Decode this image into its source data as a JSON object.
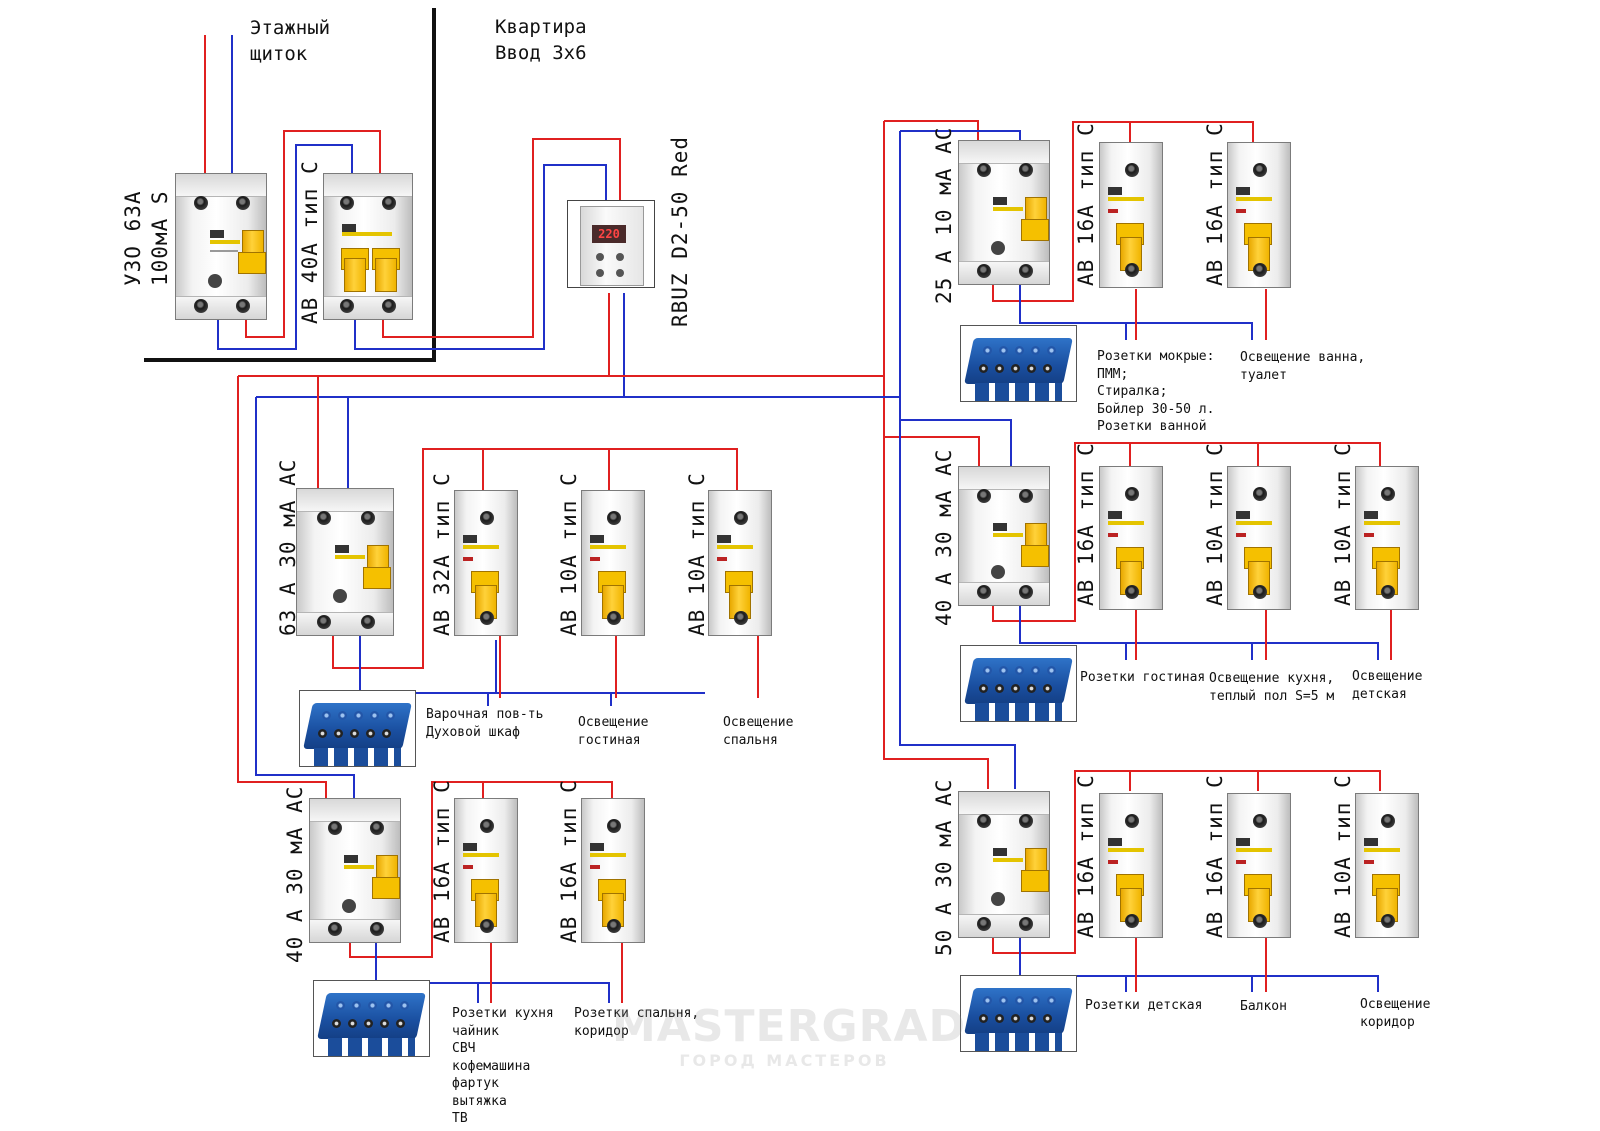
{
  "headers": {
    "floor_panel": "Этажный\nщиток",
    "apartment": "Квартира\nВвод 3х6"
  },
  "devices": {
    "uzo_main": "УЗО 63А\n100мА S",
    "av_main": "АВ 40А тип С",
    "rbuz": "RBUZ D2-50 Red",
    "rbuz_display": "220",
    "rcd_kitchen": "63 А 30 мА АС",
    "av_hob": "АВ 32А тип С",
    "av_light_living": "АВ 10А тип С",
    "av_light_bedroom": "АВ 10А тип С",
    "rcd_sockets_kitchen": "40 А 30 мА АС",
    "av_kitchen_sockets": "АВ 16А тип С",
    "av_bedroom_sockets": "АВ 16А тип С",
    "rcd_bath": "25 А 10 мА АС",
    "av_wet_sockets": "АВ 16А тип С",
    "av_bath_light": "АВ 16А тип С",
    "rcd_living": "40 А 30 мА АС",
    "av_living_sockets": "АВ 16А тип С",
    "av_kitchen_light": "АВ 10А тип С",
    "av_kids_light": "АВ 10А тип С",
    "rcd_kids": "50 А 30 мА АС",
    "av_kids_sockets": "АВ 16А тип С",
    "av_balcony": "АВ 16А тип С",
    "av_corridor_light": "АВ 10А тип С"
  },
  "circuits": {
    "hob": "Варочная пов-ть\nДуховой шкаф",
    "light_living": "Освещение\nгостиная",
    "light_bedroom": "Освещение\nспальня",
    "kitchen_sockets": "Розетки кухня\nчайник\nСВЧ\nкофемашина\nфартук\nвытяжка\nТВ",
    "bedroom_sockets": "Розетки спальня,\nкоридор",
    "wet_sockets": "Розетки мокрые:\nПММ;\nСтиралка;\nБойлер 30-50 л.\nРозетки ванной",
    "bath_light": "Освещение ванна,\nтуалет",
    "living_sockets": "Розетки гостиная",
    "kitchen_light": "Освещение кухня,\nтеплый пол S=5 м",
    "kids_light": "Освещение\nдетская",
    "kids_sockets": "Розетки детская",
    "balcony": "Балкон",
    "corridor_light": "Освещение\nкоридор"
  },
  "watermark": {
    "brand": "MASTERGRAD",
    "tagline": "ГОРОД МАСТЕРОВ"
  },
  "colors": {
    "phase_wire": "#e02020",
    "neutral_wire": "#2030c8",
    "apartment_boundary": "#111111",
    "bus_bar": "#1a4fa0",
    "breaker_lever": "#ffd23a"
  }
}
